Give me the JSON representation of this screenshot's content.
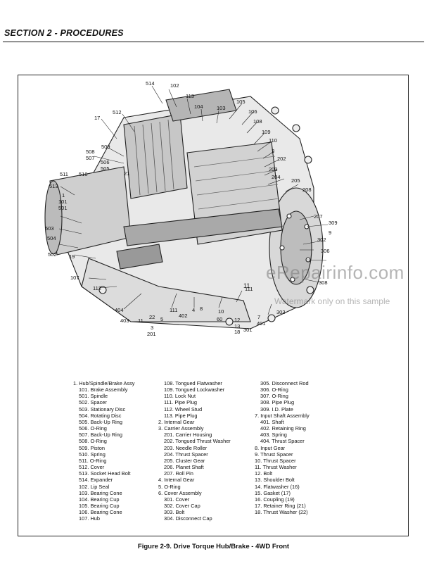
{
  "header": {
    "section_title": "SECTION 2 - PROCEDURES"
  },
  "figure": {
    "caption": "Figure 2-9.  Drive Torque Hub/Brake - 4WD Front",
    "callouts": [
      {
        "id": "c514",
        "label": "514"
      },
      {
        "id": "c102",
        "label": "102"
      },
      {
        "id": "c113",
        "label": "113"
      },
      {
        "id": "c104",
        "label": "104"
      },
      {
        "id": "c103",
        "label": "103"
      },
      {
        "id": "c105",
        "label": "105"
      },
      {
        "id": "c106",
        "label": "106"
      },
      {
        "id": "c108",
        "label": "108"
      },
      {
        "id": "c512",
        "label": "512"
      },
      {
        "id": "c17",
        "label": "17"
      },
      {
        "id": "c109",
        "label": "109"
      },
      {
        "id": "c110",
        "label": "110"
      },
      {
        "id": "c509",
        "label": "509"
      },
      {
        "id": "c2",
        "label": "2"
      },
      {
        "id": "c508",
        "label": "508"
      },
      {
        "id": "c202",
        "label": "202"
      },
      {
        "id": "c507",
        "label": "507"
      },
      {
        "id": "c506",
        "label": "506"
      },
      {
        "id": "c203",
        "label": "203"
      },
      {
        "id": "c505",
        "label": "505"
      },
      {
        "id": "c204",
        "label": "204"
      },
      {
        "id": "c21",
        "label": "21"
      },
      {
        "id": "c511",
        "label": "511"
      },
      {
        "id": "c510",
        "label": "510"
      },
      {
        "id": "c205",
        "label": "205"
      },
      {
        "id": "c513",
        "label": "513"
      },
      {
        "id": "c208",
        "label": "208"
      },
      {
        "id": "c1",
        "label": "1"
      },
      {
        "id": "c101",
        "label": "101"
      },
      {
        "id": "c501",
        "label": "501"
      },
      {
        "id": "c207",
        "label": "207"
      },
      {
        "id": "c309",
        "label": "309"
      },
      {
        "id": "c503",
        "label": "503"
      },
      {
        "id": "c9",
        "label": "9"
      },
      {
        "id": "c504",
        "label": "504"
      },
      {
        "id": "c302",
        "label": "302"
      },
      {
        "id": "c502",
        "label": "502"
      },
      {
        "id": "c19",
        "label": "19"
      },
      {
        "id": "c306",
        "label": "306"
      },
      {
        "id": "c107",
        "label": "107"
      },
      {
        "id": "c308",
        "label": "308"
      },
      {
        "id": "c112",
        "label": "112"
      },
      {
        "id": "c111b",
        "label": "111"
      },
      {
        "id": "c404",
        "label": "404"
      },
      {
        "id": "c111",
        "label": "111"
      },
      {
        "id": "c4",
        "label": "4"
      },
      {
        "id": "c8",
        "label": "8"
      },
      {
        "id": "c10",
        "label": "10"
      },
      {
        "id": "c303",
        "label": "303"
      },
      {
        "id": "c22",
        "label": "22"
      },
      {
        "id": "c5",
        "label": "5"
      },
      {
        "id": "c60",
        "label": "60"
      },
      {
        "id": "c7",
        "label": "7"
      },
      {
        "id": "c403",
        "label": "403"
      },
      {
        "id": "c11",
        "label": "11"
      },
      {
        "id": "c402",
        "label": "402"
      },
      {
        "id": "c12",
        "label": "12"
      },
      {
        "id": "c401",
        "label": "401"
      },
      {
        "id": "c13",
        "label": "13"
      },
      {
        "id": "c3",
        "label": "3"
      },
      {
        "id": "c18",
        "label": "18"
      },
      {
        "id": "c301",
        "label": "301"
      },
      {
        "id": "c201",
        "label": "201"
      }
    ],
    "legend": {
      "col1": [
        "1. Hub/Spindle/Brake Assy",
        "101. Brake Assembly",
        "501. Spindle",
        "502. Spacer",
        "503. Stationary Disc",
        "504. Rotating Disc",
        "505. Back-Up Ring",
        "506. O-Ring",
        "507. Back-Up Ring",
        "508. O-Ring",
        "509. Piston",
        "510. Spring",
        "511. O-Ring",
        "512. Cover",
        "513. Socket Head Bolt",
        "514. Expander",
        "102. Lip Seal",
        "103. Bearing Cone",
        "104. Bearing Cup",
        "105. Bearing Cup",
        "106. Bearing Cone",
        "107. Hub"
      ],
      "col2": [
        "108. Tongued Flatwasher",
        "109. Tongued Lockwasher",
        "110. Lock Nut",
        "111. Pipe Plug",
        "112. Wheel Stud",
        "113. Pipe Plug",
        "2. Internal Gear",
        "3. Carrier Assembly",
        "201. Carrier Housing",
        "202. Tongued Thrust Washer",
        "203. Needle Roller",
        "204. Thrust Spacer",
        "205. Cluster Gear",
        "206. Planet Shaft",
        "207. Roll Pin",
        "4. Internal Gear",
        "5. O-Ring",
        "6. Cover Assembly",
        "301. Cover",
        "302. Cover Cap",
        "303. Bolt",
        "304. Disconnect Cap"
      ],
      "col3": [
        "305. Disconnect Rod",
        "306. O-Ring",
        "307. O-Ring",
        "308. Pipe Plug",
        "309. I.D. Plate",
        "7. Input Shaft Assembly",
        "401. Shaft",
        "402. Retaining Ring",
        "403. Spring",
        "404. Thrust Spacer",
        "8. Input Gear",
        "9. Thrust Spacer",
        "10. Thrust Spacer",
        "11. Thrust Washer",
        "12. Bolt",
        "13. Shoulder Bolt",
        "14. Flatwasher (16)",
        "15. Gasket (17)",
        "16. Coupling (19)",
        "17. Retainer Ring (21)",
        "18. Thrust Washer (22)"
      ]
    }
  },
  "watermark": {
    "text": "eRepairinfo.com",
    "note": "Watermark only on this sample"
  }
}
